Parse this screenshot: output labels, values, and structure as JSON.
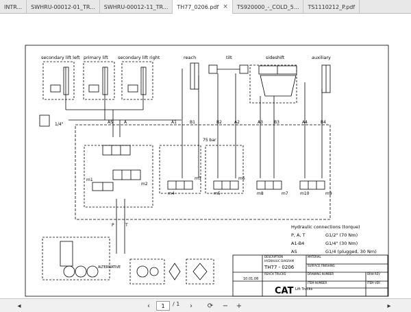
{
  "tabs": [
    {
      "label": "INTR...",
      "active": false
    },
    {
      "label": "SWHRU-00012-01_TR...",
      "active": false
    },
    {
      "label": "SWHRU-00012-11_TR...",
      "active": false
    },
    {
      "label": "TH77_0206.pdf",
      "active": true
    },
    {
      "label": "TS920000_-_COLD_5...",
      "active": false
    },
    {
      "label": "TS1110212_P.pdf",
      "active": false
    }
  ],
  "diagram": {
    "top_labels": {
      "secondary_lift_left": "secondary lift left",
      "primary_lift": "primary lift",
      "secondary_lift_right": "secondary lift right",
      "reach": "reach",
      "tilt": "tilt",
      "sideshift": "sideshift",
      "auxiliary": "auxiliary"
    },
    "port_labels": {
      "as": "AS",
      "a": "A",
      "a1": "A1",
      "b1": "B1",
      "b2": "B2",
      "a2": "A2",
      "a3": "A3",
      "b3": "B3",
      "a4": "A4",
      "b4": "B4",
      "p": "P",
      "t": "T"
    },
    "valve_labels": {
      "m1": "m1",
      "m2": "m2",
      "m3": "m3",
      "m4": "m4",
      "m5": "m5",
      "m6": "m6",
      "m8": "m8",
      "m10": "m10",
      "m9": "m9",
      "m7": "m7"
    },
    "misc_labels": {
      "pressure": "75 bar",
      "quarter": "1/4\"",
      "alternative": "ALTERNATIVE"
    },
    "connections": {
      "title": "Hydraulic connections (torque)",
      "rows": [
        {
          "ports": "P, A, T",
          "spec": "G1/2\" (70 Nm)"
        },
        {
          "ports": "A1-B4",
          "spec": "G1/4\" (30 Nm)"
        },
        {
          "ports": "AS",
          "spec": "G1/4 (plugged, 30 Nm)"
        }
      ]
    },
    "title_block": {
      "description_label": "DESCRIPTION",
      "description": "HYDRAULIC DIAGRAM",
      "number": "TH77 - 0206",
      "subtitle": "REACH TRUCKS",
      "material_label": "MATERIAL",
      "finish_label": "SURFACE FINISHING",
      "date": "10.01.06",
      "drawing_number_label": "DRAWING NUMBER",
      "item_number_label": "ITEM NUMBER",
      "brand": "CAT",
      "brand_sub": "Lift Trucks",
      "drw_rev": "DRW REV",
      "item_ver": "ITEM VER"
    }
  },
  "toolbar": {
    "page_current": "1",
    "page_total": "/ 1"
  }
}
